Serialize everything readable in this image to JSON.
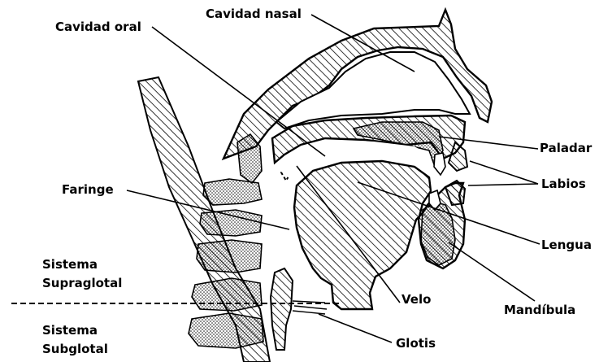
{
  "diagram": {
    "labels": {
      "cavidad_nasal": "Cavidad nasal",
      "cavidad_oral": "Cavidad oral",
      "paladar": "Paladar",
      "labios": "Labios",
      "faringe": "Faringe",
      "lengua": "Lengua",
      "sistema_supraglotal_1": "Sistema",
      "sistema_supraglotal_2": "Supraglotal",
      "velo": "Velo",
      "mandibula": "Mandíbula",
      "sistema_subglotal_1": "Sistema",
      "sistema_subglotal_2": "Subglotal",
      "glotis": "Glotis"
    },
    "colors": {
      "ink": "#000000",
      "paper": "#ffffff"
    }
  }
}
